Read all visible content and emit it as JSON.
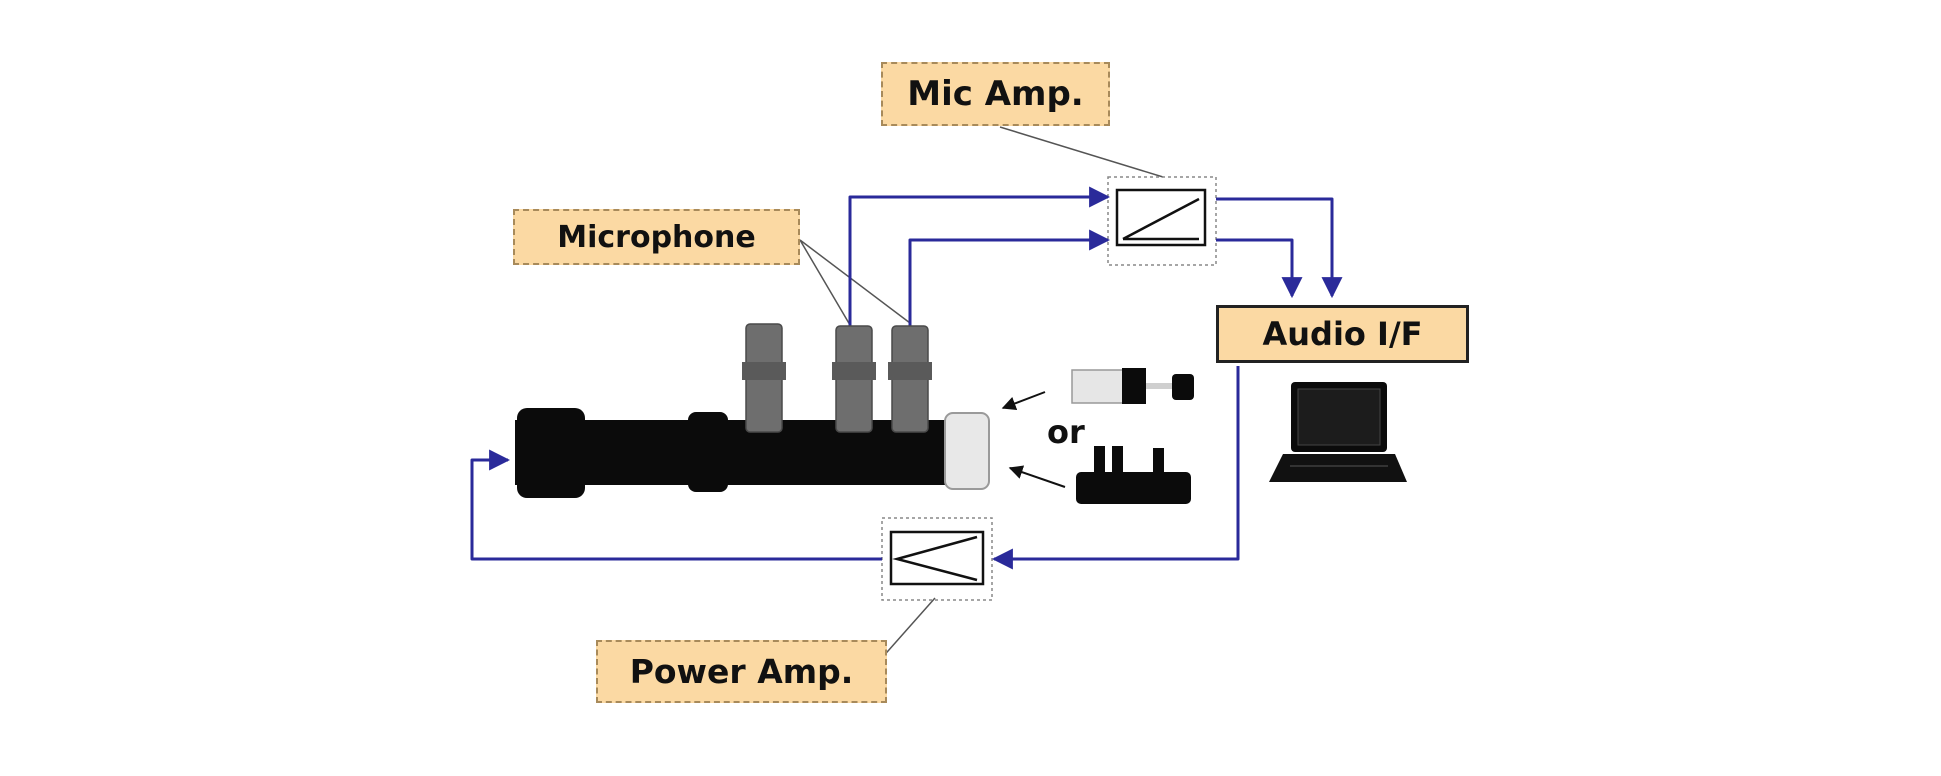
{
  "labels": {
    "mic_amp": "Mic Amp.",
    "microphone": "Microphone",
    "audio_if": "Audio I/F",
    "power_amp": "Power Amp.",
    "or": "or"
  },
  "colors": {
    "signal_line": "#2a2a9a",
    "label_fill": "#fbd9a3",
    "tube": "#0b0b0b",
    "microphone_body": "#6e6e6e"
  }
}
